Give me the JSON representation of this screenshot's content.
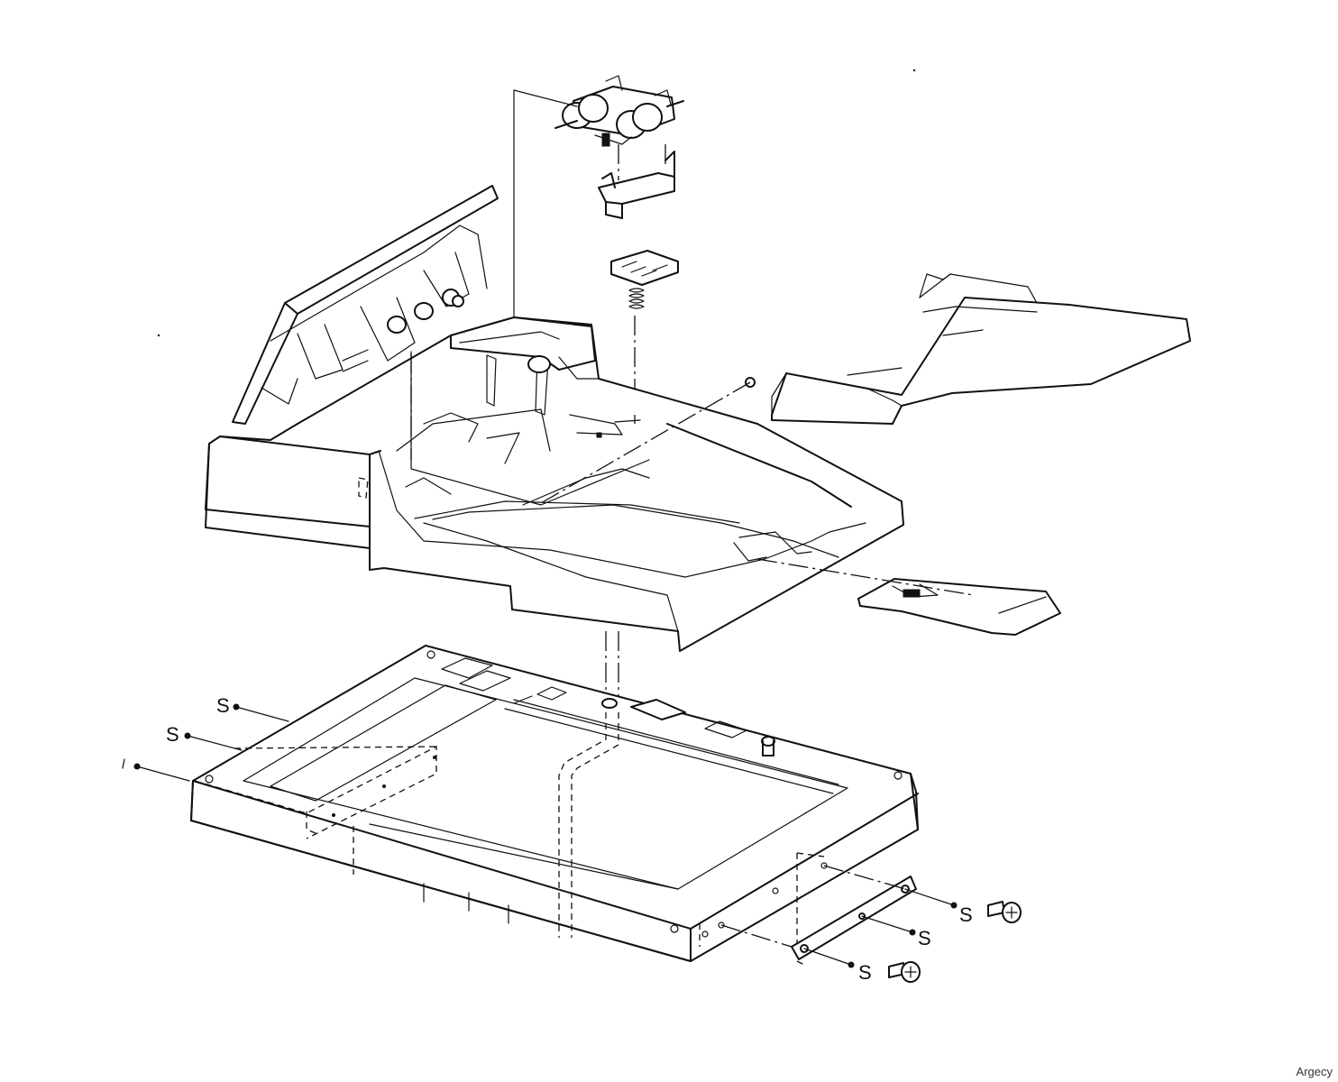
{
  "labels": {
    "screw_top_1": "S",
    "screw_top_2": "S",
    "screw_top_3": "",
    "screw_right_1": "S",
    "screw_right_2": "S",
    "screw_right_3": "S"
  },
  "watermark": "Argecy"
}
